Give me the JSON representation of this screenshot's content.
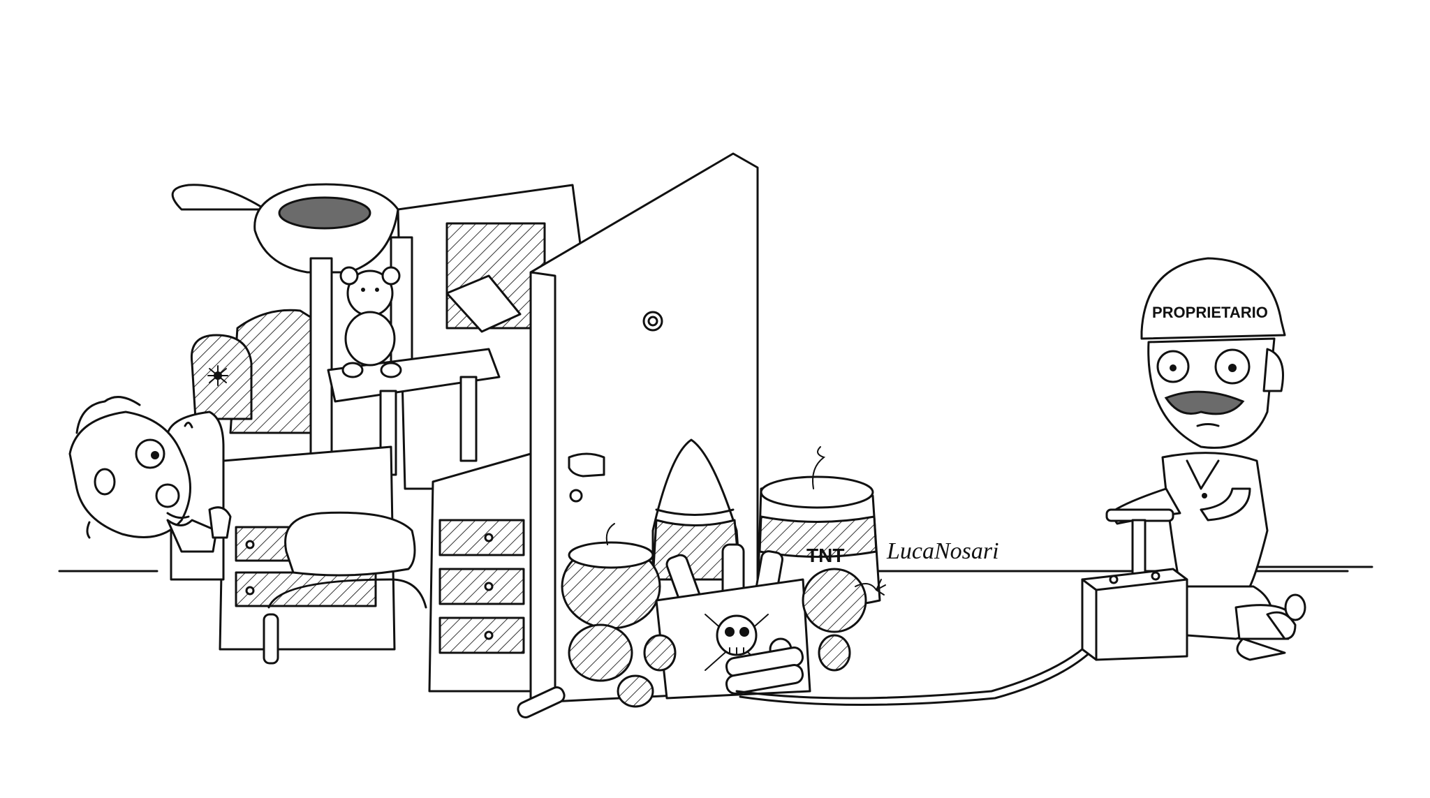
{
  "helmet_label": "PROPRIETARIO",
  "crate_label": "TNT",
  "signature": "LucaNosari",
  "icons": [
    "skull-crossbones-icon",
    "spider-icon",
    "fuse-spark-icon"
  ]
}
